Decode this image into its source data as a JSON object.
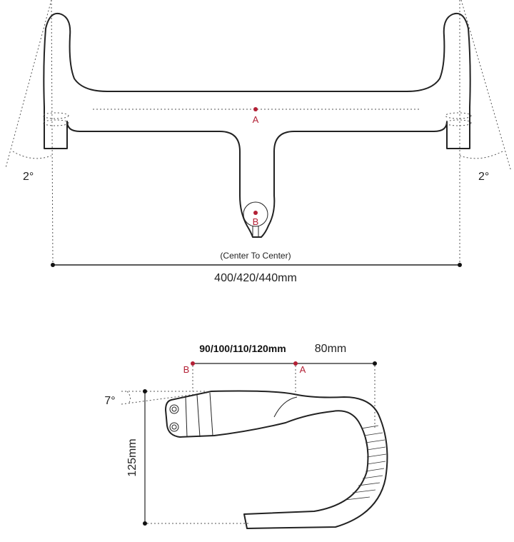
{
  "top_view": {
    "left_angle": "2°",
    "right_angle": "2°",
    "point_a": "A",
    "point_b": "B",
    "center_note": "(Center To Center)",
    "width_label": "400/420/440mm"
  },
  "side_view": {
    "reach_label": "90/100/110/120mm",
    "reach_extra_label": "80mm",
    "point_b": "B",
    "point_a": "A",
    "angle_label": "7°",
    "drop_label": "125mm"
  },
  "colors": {
    "line": "#222222",
    "accent_point": "#b32035"
  }
}
